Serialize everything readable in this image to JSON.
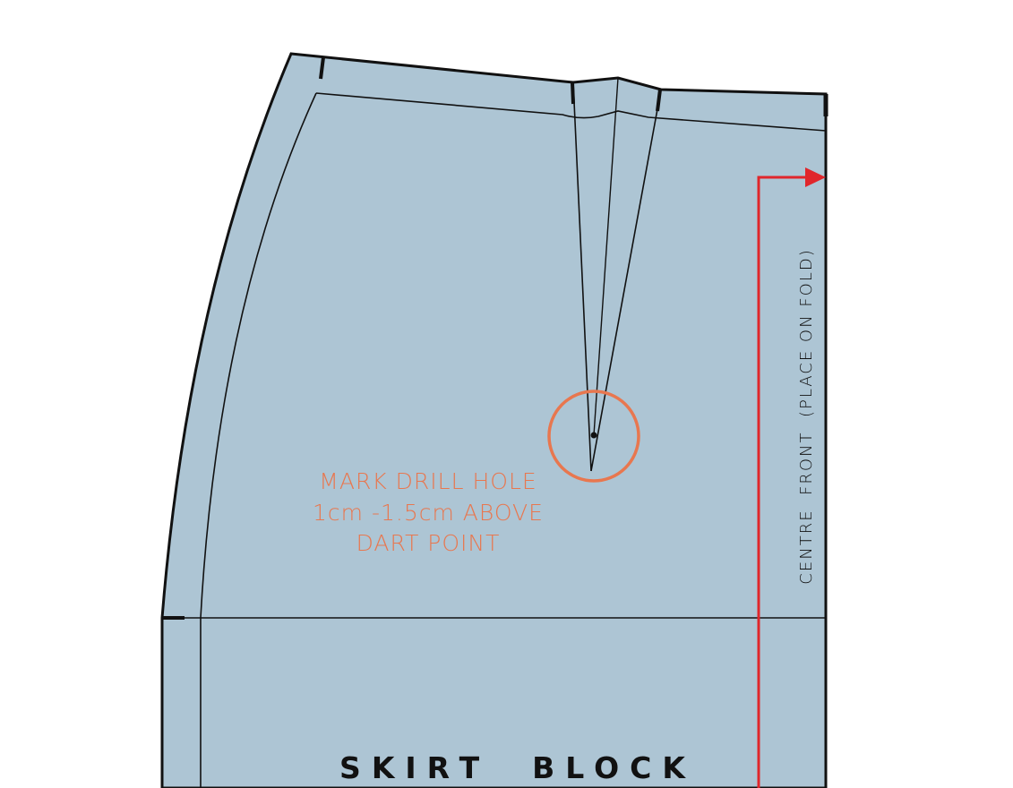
{
  "annotation": {
    "lines": [
      "MARK DRILL HOLE",
      "1cm -1.5cm ABOVE",
      "DART POINT"
    ]
  },
  "fold_label": "CENTRE  FRONT  (PLACE ON FOLD)",
  "title": "SKIRT  BLOCK",
  "colors": {
    "fabric": "#adc5d4",
    "outline": "#111111",
    "annotation": "#e8774f",
    "grainline": "#e0262b"
  }
}
